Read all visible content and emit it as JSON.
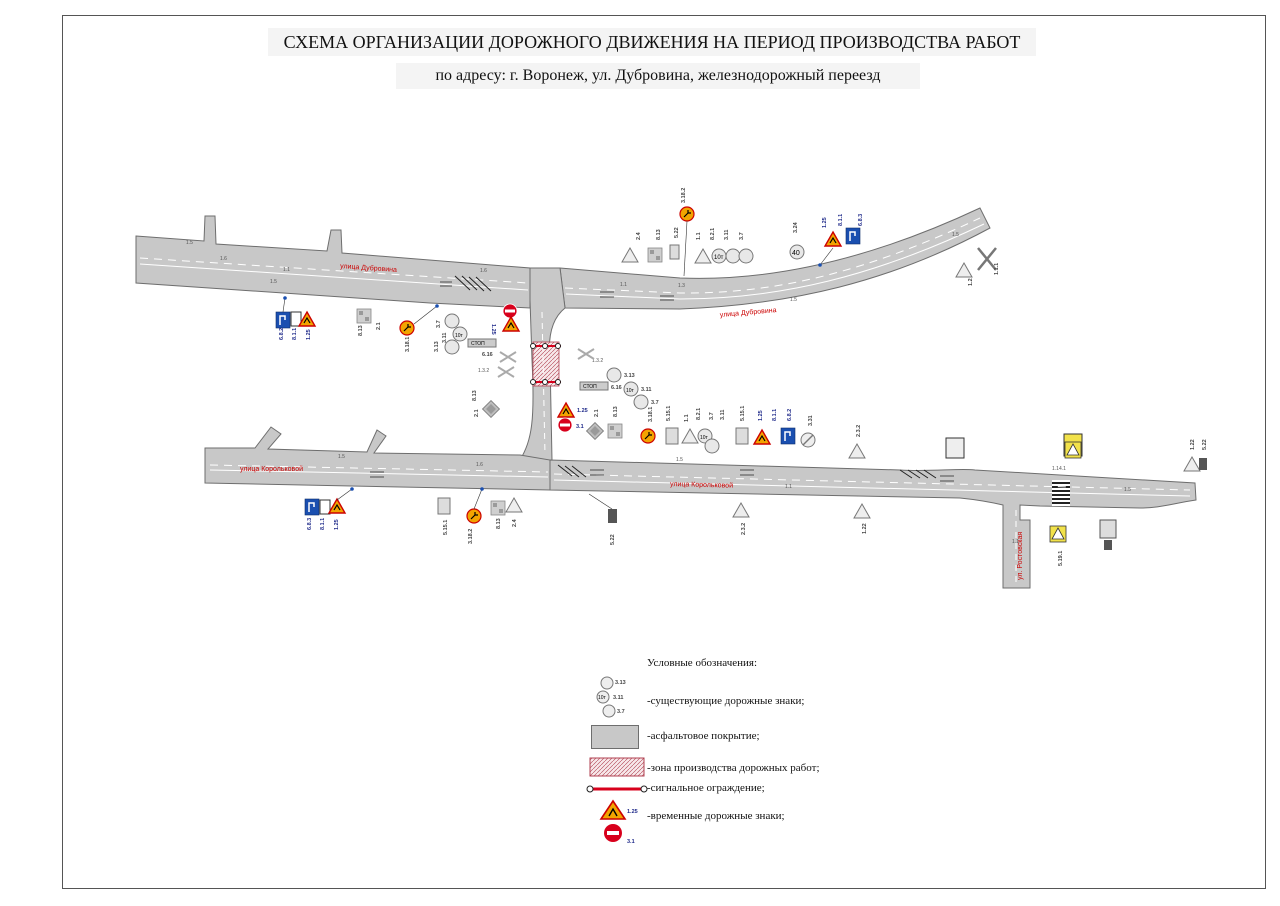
{
  "header": {
    "title": "СХЕМА  ОРГАНИЗАЦИИ ДОРОЖНОГО ДВИЖЕНИЯ НА ПЕРИОД ПРОИЗВОДСТВА РАБОТ",
    "subtitle": "по адресу: г. Воронеж, ул. Дубровина, железнодорожный переезд"
  },
  "streets": {
    "dubrovina_west": "улица Дубровина",
    "dubrovina_east": "улица Дубровина",
    "korolkova_west": "улица Корольковой",
    "korolkova_east": "улица Корольковой",
    "rostovskaya": "ул. Ростовская"
  },
  "markings": {
    "m1_5": "1.5",
    "m1_6": "1.6",
    "m1_1": "1.1",
    "m1_3": "1.3",
    "m1_14_1": "1.14.1",
    "m1_3_2": "1.3.2",
    "m1_3_2b": "1.3.2"
  },
  "signs": {
    "s3_18_2_top": "3.18.2",
    "s2_4": "2.4",
    "s8_13": "8.13",
    "s5_22": "5.22",
    "s1_1": "1.1",
    "s8_2_1": "8.2.1",
    "s3_11": "3.11",
    "s3_7": "3.7",
    "s3_24": "3.24",
    "s40": "40",
    "s1_25_top": "1.25",
    "s8_1_1_top": "8.1.1",
    "s6_8_3_top": "6.8.3",
    "s1_2": "1.2",
    "s1_1_1": "1.1.1",
    "s6_8_2_left": "6.8.2",
    "s8_1_1_left": "8.1.1",
    "s1_25_left": "1.25",
    "s2_1_a": "2.1",
    "s8_13_a": "8.13",
    "s3_18_1": "3.18.1",
    "s3_7_a": "3.7",
    "s3_11_a": "3.11",
    "s3_13_a": "3.13",
    "s1_25_mid": "1.25",
    "s6_16_a": "6.16",
    "s1_3_2_a": "1.3.2",
    "s3_13_b": "3.13",
    "s3_11_b": "3.11",
    "s3_7_b": "3.7",
    "s6_16_b": "6.16",
    "s2_1_b": "2.1",
    "s8_13_b": "8.13",
    "s1_25_c": "1.25",
    "s3_1": "3.1",
    "s2_1_c": "2.1",
    "s8_13_c": "8.13",
    "s3_18_1_b": "3.18.1",
    "s5_15_1": "5.15.1",
    "s1_1_b": "1.1",
    "s8_2_1_b": "8.2.1",
    "s3_7_c": "3.7",
    "s3_11_c": "3.11",
    "s5_15_1_b": "5.15.1",
    "s1_25_d": "1.25",
    "s8_1_1_d": "8.1.1",
    "s6_8_2_d": "6.8.2",
    "s3_31": "3.31",
    "s2_3_2": "2.3.2",
    "s1_22": "1.22",
    "s6_8_3_bot": "6.8.3",
    "s8_1_1_bot": "8.1.1",
    "s1_25_bot": "1.25",
    "s5_15_1_c": "5.15.1",
    "s3_18_2_bot": "3.18.2",
    "s8_13_d": "8.13",
    "s2_4_b": "2.4",
    "s5_22_b": "5.22",
    "s2_3_2_b": "2.3.2",
    "s1_22_b": "1.22",
    "s5_19_1": "5.19.1",
    "s1_22_c": "1.22",
    "s5_22_c": "5.22",
    "n10t_a": "10т",
    "n10t_b": "10т",
    "n10t_c": "10т",
    "n10t_d": "10т",
    "stop_a": "СТОП",
    "stop_b": "СТОП"
  },
  "legend": {
    "heading": "Условные обозначения:",
    "existing_signs": "-существующие дорожные знаки;",
    "asphalt": "-асфальтовое покрытие;",
    "work_zone": "-зона производства дорожных работ;",
    "barrier": "-сигнальное ограждение;",
    "temp_signs": "-временные дорожные знаки;",
    "sample_codes": {
      "c3_13": "3.13",
      "c3_11": "3.11",
      "c3_7": "3.7",
      "c10t": "10т",
      "c1_25": "1.25",
      "c3_1": "3.1"
    }
  },
  "colors": {
    "road": "#c8c8c8",
    "road_edge": "#6e6e6e",
    "street_label": "#cc0000",
    "sign_blue": "#1a4fb0",
    "sign_yellow": "#f2a400",
    "sign_red": "#d8001c",
    "code_blue": "#1f2a8a"
  }
}
